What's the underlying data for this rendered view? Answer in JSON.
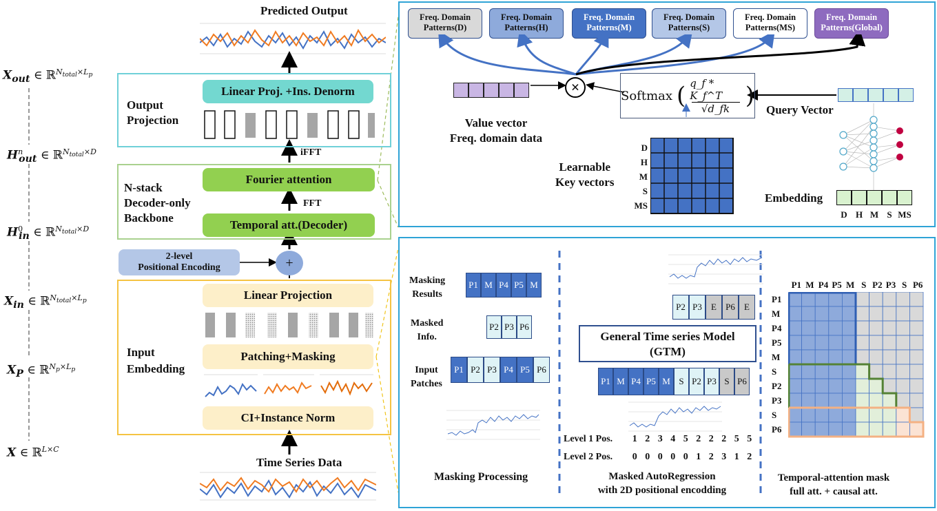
{
  "left": {
    "predicted_output": "Predicted Output",
    "output_projection": {
      "title": "Output\nProjection",
      "title_l1": "Output",
      "title_l2": "Projection",
      "block": "Linear Proj. +Ins. Denorm"
    },
    "ifft": "iFFT",
    "fft": "FFT",
    "backbone": {
      "title_l1": "N-stack",
      "title_l2": "Decoder-only",
      "title_l3": "Backbone",
      "fourier": "Fourier attention",
      "temporal": "Temporal att.(Decoder)"
    },
    "pos_enc": {
      "l1": "2-level",
      "l2": "Positional Encoding",
      "plus": "+"
    },
    "input_embedding": {
      "title_l1": "Input",
      "title_l2": "Embedding",
      "linear": "Linear Projection",
      "patching": "Patching+Masking",
      "norm": "CI+Instance Norm"
    },
    "time_series": "Time Series Data",
    "math": {
      "x_out": {
        "var": "X",
        "sub": "out",
        "set": "ℝ",
        "sup": "N_total × L_p"
      },
      "h_out": {
        "var": "H",
        "sub": "out",
        "supv": "n",
        "set": "ℝ",
        "sup": "N_total × D"
      },
      "h_in": {
        "var": "H",
        "sub": "in",
        "supv": "0",
        "set": "ℝ",
        "sup": "N_total × D"
      },
      "x_in": {
        "var": "X",
        "sub": "in",
        "set": "ℝ",
        "sup": "N_total × L_p"
      },
      "x_p": {
        "var": "X",
        "sub": "P",
        "set": "ℝ",
        "sup": "N_p × L_p"
      },
      "x": {
        "var": "X",
        "set": "ℝ",
        "sup": "L × C"
      }
    }
  },
  "fourier_panel": {
    "patterns": [
      {
        "label_l1": "Freq. Domain",
        "label_l2": "Patterns(D)",
        "fill": "#d9d9d9",
        "text": "#111111"
      },
      {
        "label_l1": "Freq. Domain",
        "label_l2": "Patterns(H)",
        "fill": "#8eaadb",
        "text": "#111111"
      },
      {
        "label_l1": "Freq. Domain",
        "label_l2": "Patterns(M)",
        "fill": "#4472c4",
        "text": "#ffffff"
      },
      {
        "label_l1": "Freq. Domain",
        "label_l2": "Patterns(S)",
        "fill": "#b4c7e7",
        "text": "#111111"
      },
      {
        "label_l1": "Freq. Domain",
        "label_l2": "Patterns(MS)",
        "fill": "#ffffff",
        "text": "#111111"
      },
      {
        "label_l1": "Freq. Domain",
        "label_l2": "Patterns(Global)",
        "fill": "#8e6bbf",
        "text": "#ffffff"
      }
    ],
    "value_vector_l1": "Value vector",
    "value_vector_l2": "Freq. domain data",
    "softmax": "Softmax",
    "softmax_num": "q_f * K_f^T",
    "softmax_den": "√d_fk",
    "query_vector": "Query Vector",
    "learnable_l1": "Learnable",
    "learnable_l2": "Key vectors",
    "key_rows": [
      "D",
      "H",
      "M",
      "S",
      "MS"
    ],
    "embedding": "Embedding",
    "embed_cols": [
      "D",
      "H",
      "M",
      "S",
      "MS"
    ]
  },
  "mask_panel": {
    "masking_results_l1": "Masking",
    "masking_results_l2": "Results",
    "masked_info_l1": "Masked",
    "masked_info_l2": "Info.",
    "input_patches_l1": "Input",
    "input_patches_l2": "Patches",
    "results_tokens": [
      "P1",
      "M",
      "P4",
      "P5",
      "M"
    ],
    "masked_tokens": [
      "P2",
      "P3",
      "P6"
    ],
    "input_tokens": [
      "P1",
      "P2",
      "P3",
      "P4",
      "P5",
      "P6"
    ],
    "masking_processing": "Masking Processing",
    "gtm_l1": "General Time series Model",
    "gtm_l2": "(GTM)",
    "gtm_out_tokens": [
      "P2",
      "P3",
      "E",
      "P6",
      "E"
    ],
    "gtm_in_tokens": [
      "P1",
      "M",
      "P4",
      "P5",
      "M",
      "S",
      "P2",
      "P3",
      "S",
      "P6"
    ],
    "level1_label": "Level 1 Pos.",
    "level1_values": [
      "1",
      "2",
      "3",
      "4",
      "5",
      "2",
      "2",
      "2",
      "5",
      "5"
    ],
    "level2_label": "Level 2 Pos.",
    "level2_values": [
      "0",
      "0",
      "0",
      "0",
      "0",
      "1",
      "2",
      "3",
      "1",
      "2"
    ],
    "mar_l1": "Masked AutoRegression",
    "mar_l2": "with 2D positional encodding",
    "mask_cols": [
      "P1",
      "M",
      "P4",
      "P5",
      "M",
      "S",
      "P2",
      "P3",
      "S",
      "P6"
    ],
    "mask_rows": [
      "P1",
      "M",
      "P4",
      "P5",
      "M",
      "S",
      "P2",
      "P3",
      "S",
      "P6"
    ],
    "mask_title_l1": "Temporal-attention mask",
    "mask_title_l2": "full att. + causal att."
  }
}
